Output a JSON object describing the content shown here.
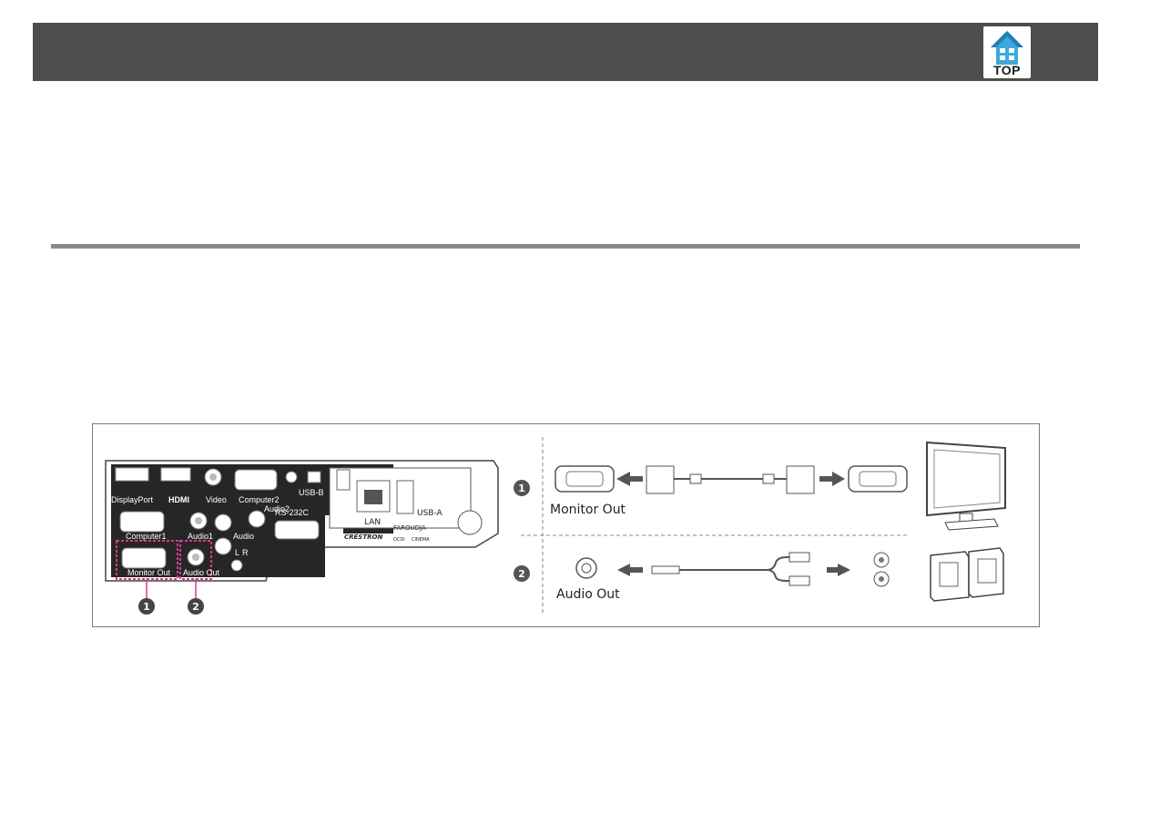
{
  "header": {
    "top_label": "TOP"
  },
  "diagram": {
    "panel_ports": {
      "displayport": "DisplayPort",
      "hdmi": "HDMI",
      "video": "Video",
      "computer2": "Computer2",
      "usb_b": "USB-B",
      "computer1": "Computer1",
      "audio1": "Audio1",
      "audio2": "Audio2",
      "audio": "Audio",
      "audio_l": "L",
      "audio_r": "R",
      "rs232c": "RS-232C",
      "lan": "LAN",
      "usb_a": "USB-A",
      "monitor_out": "Monitor Out",
      "audio_out": "Audio Out",
      "crestron": "CRESTRON",
      "faroudja": "FAROUDJA",
      "dcdi": "DCDi",
      "cinema": "CINEMA"
    },
    "callout_1": "1",
    "callout_2": "2",
    "row1_label": "Monitor Out",
    "row2_label": "Audio Out"
  }
}
